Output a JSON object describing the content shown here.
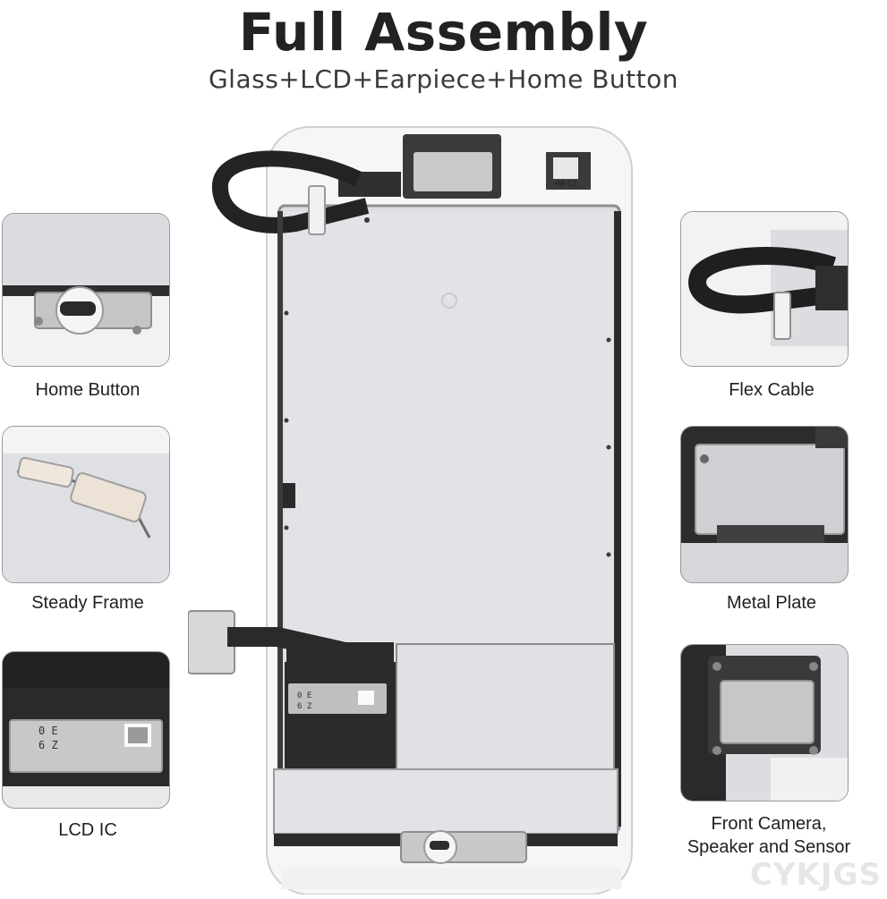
{
  "header": {
    "title": "Full Assembly",
    "subtitle": "Glass+LCD+Earpiece+Home Button"
  },
  "features_left": [
    {
      "label": "Home Button"
    },
    {
      "label": "Steady Frame"
    },
    {
      "label": "LCD IC"
    }
  ],
  "features_right": [
    {
      "label": "Flex Cable"
    },
    {
      "label": "Metal Plate"
    },
    {
      "label": "Front Camera,",
      "label_line2": "Speaker and Sensor"
    }
  ],
  "chip_marking": {
    "line1": "0 E",
    "line2": "6 Z"
  },
  "board_label": "H8-12",
  "watermark": "CYKJGS",
  "colors": {
    "card_border": "#9a9a9a",
    "plate": "#d9dadc",
    "cable": "#2a2a2a",
    "frame_white": "#f5f5f5"
  }
}
